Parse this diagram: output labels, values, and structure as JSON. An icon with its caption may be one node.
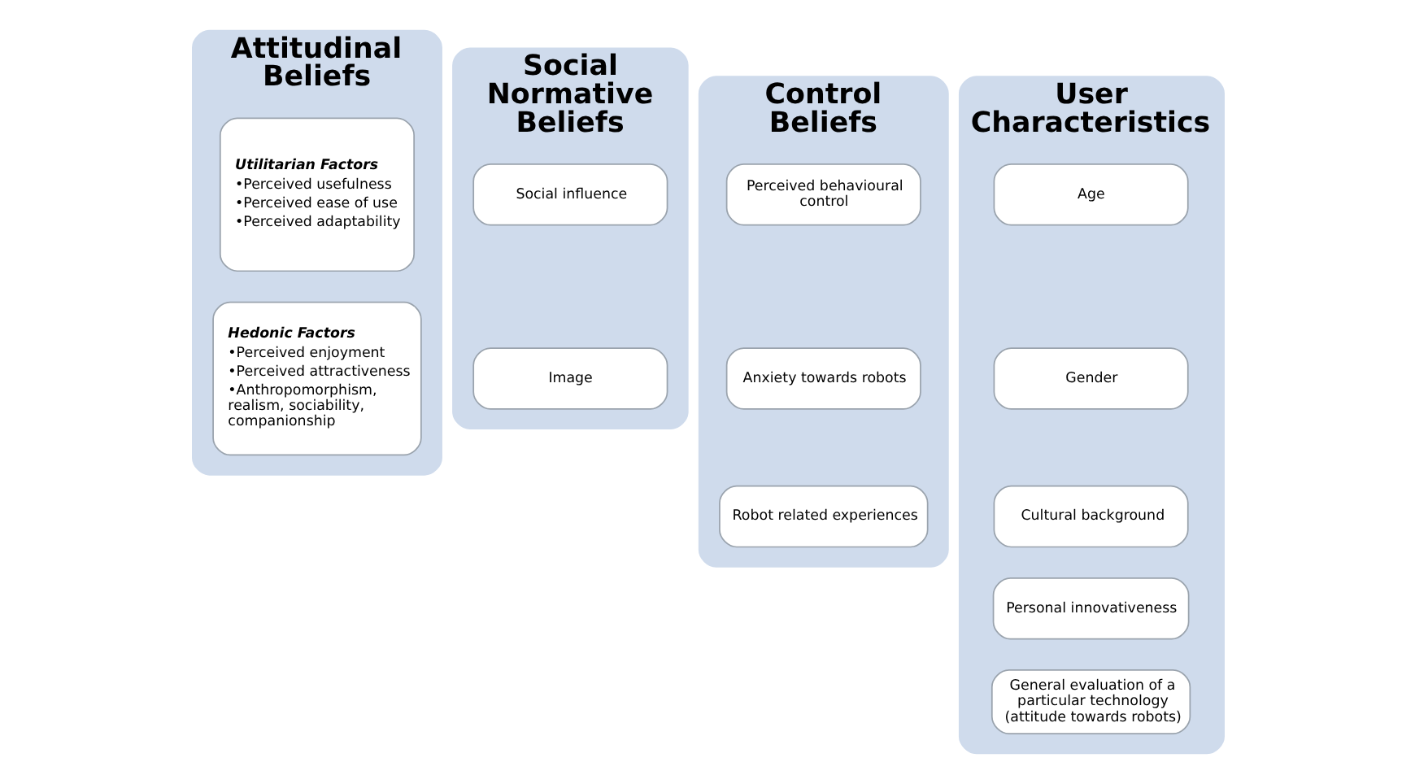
{
  "diagram": {
    "nodes": [
      {
        "text": [
          "Attitudinal Beliefs"
        ]
      },
      {
        "text": [
          "Utilitarian Factors",
          "•Perceived usefulness",
          "•Perceived ease of use",
          "•Perceived adaptability"
        ],
        "in": 0
      },
      {
        "text": [
          "Hedonic Factors",
          "•Perceived enjoyment",
          "•Perceived attractiveness",
          "•Anthropomorphism, realism, sociability, companionship"
        ],
        "in": 0
      },
      {
        "text": [
          "Social Normative Beliefs"
        ]
      },
      {
        "text": [
          "Social influence"
        ],
        "in": 3
      },
      {
        "text": [
          "Image"
        ],
        "in": 3
      },
      {
        "text": [
          "Control Beliefs"
        ]
      },
      {
        "text": [
          "Perceived behavioural control"
        ],
        "in": 6
      },
      {
        "text": [
          "Anxiety towards robots"
        ],
        "in": 6
      },
      {
        "text": [
          "Robot related experiences"
        ],
        "in": 6
      },
      {
        "text": [
          "User Characteristics"
        ]
      },
      {
        "text": [
          "Age"
        ],
        "in": 10
      },
      {
        "text": [
          "Gender"
        ],
        "in": 10
      },
      {
        "text": [
          "Cultural background"
        ],
        "in": 10
      },
      {
        "text": [
          "Personal innovativeness"
        ],
        "in": 10
      },
      {
        "text": [
          "General evaluation of a particular technology (attitude towards robots)"
        ],
        "in": 10
      }
    ],
    "edges": []
  }
}
